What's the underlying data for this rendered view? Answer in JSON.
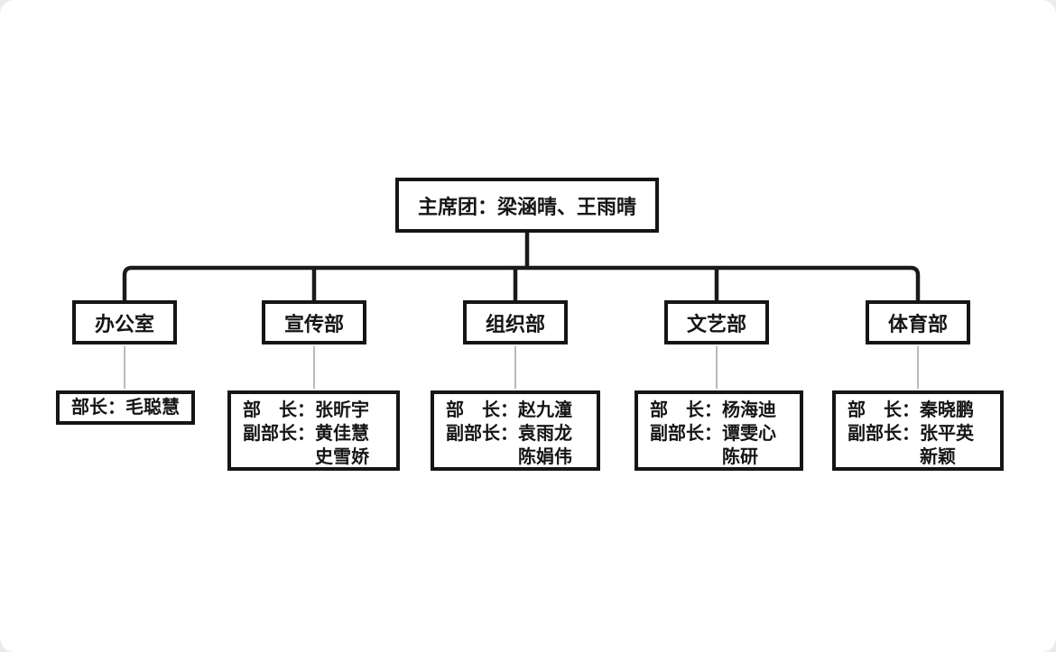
{
  "org_chart": {
    "root": {
      "label": "主席团：梁涵晴、王雨晴"
    },
    "departments": [
      {
        "name": "办公室",
        "detail_lines": [
          "部长：毛聪慧"
        ]
      },
      {
        "name": "宣传部",
        "detail_lines": [
          "部　长：张昕宇",
          "副部长：黄佳慧",
          "　　　　史雪娇"
        ]
      },
      {
        "name": "组织部",
        "detail_lines": [
          "部　长：赵九潼",
          "副部长：袁雨龙",
          "　　　　陈娟伟"
        ]
      },
      {
        "name": "文艺部",
        "detail_lines": [
          "部　长：杨海迪",
          "副部长：谭雯心",
          "　　　　陈研"
        ]
      },
      {
        "name": "体育部",
        "detail_lines": [
          "部　长：秦晓鹏",
          "副部长：张平英",
          "　　　　新颖"
        ]
      }
    ],
    "colors": {
      "box_border": "#151515",
      "text": "#151515",
      "connector_primary": "#1a1a1a",
      "connector_secondary": "#a3a3a3",
      "background": "#ffffff"
    }
  }
}
